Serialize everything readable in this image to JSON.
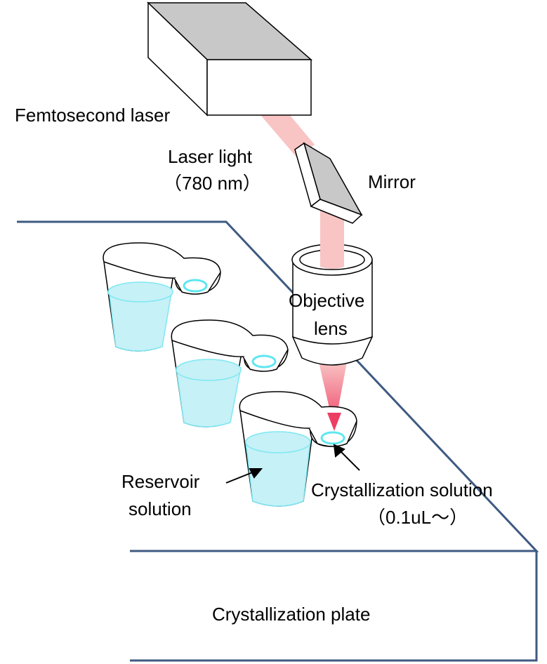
{
  "labels": {
    "laser": "Femtosecond laser",
    "laser_light_1": "Laser light",
    "laser_light_2": "（780 nm）",
    "mirror": "Mirror",
    "objective_1": "Objective",
    "objective_2": "lens",
    "reservoir_1": "Reservoir",
    "reservoir_2": "solution",
    "crystallization_1": "Crystallization solution",
    "crystallization_2": "（0.1uL～）",
    "plate": "Crystallization plate"
  },
  "colors": {
    "outline": "#000000",
    "plate_edge": "#3e5a82",
    "laser_top": "#c8c8c8",
    "mirror_face": "#c8c8c8",
    "beam": "#f8c4c4",
    "focus_beam": "#ee4466",
    "liquid": "#c6f1f7",
    "liquid_edge": "#7ee8f2",
    "drop_ring": "#5fe6f0"
  },
  "icons": [
    "laser-box-icon",
    "mirror-icon",
    "objective-lens-icon",
    "well-cup-icon"
  ]
}
